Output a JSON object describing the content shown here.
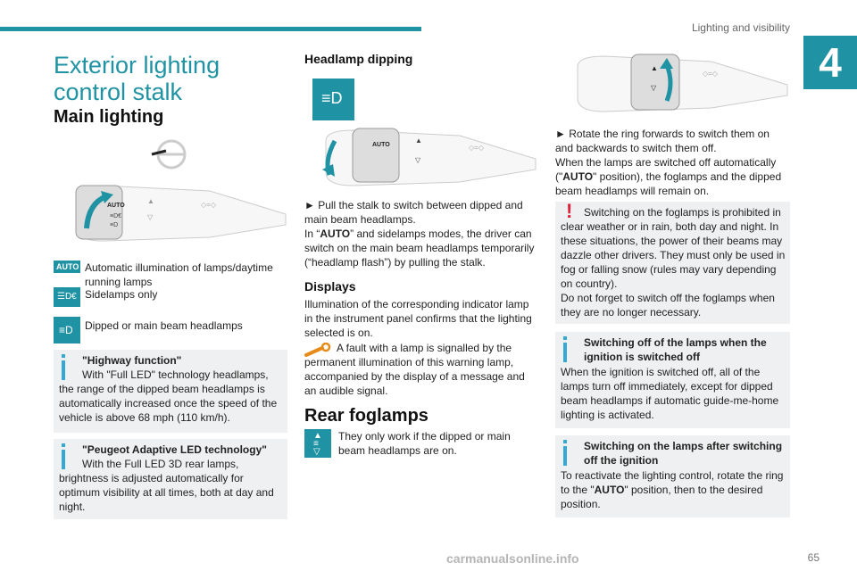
{
  "header": {
    "section": "Lighting and visibility",
    "chapter": "4",
    "page": "65"
  },
  "left": {
    "title": "Exterior lighting control stalk",
    "main_lighting": "Main lighting",
    "stalk_labels": {
      "auto": "AUTO"
    },
    "legend": [
      {
        "icon": "auto-icon",
        "icon_text": "AUTO",
        "text": "Automatic illumination of lamps/daytime running lamps"
      },
      {
        "icon": "sidelamps-icon",
        "text": "Sidelamps only"
      },
      {
        "icon": "dipped-beam-icon",
        "text": "Dipped or main beam headlamps"
      }
    ],
    "note1_title": "\"Highway function\"",
    "note1_body": "With \"Full LED\" technology headlamps, the range of the dipped beam headlamps is automatically increased once the speed of the vehicle is above 68 mph (110 km/h).",
    "note2_title": "\"Peugeot Adaptive LED technology\"",
    "note2_body": "With the Full LED 3D rear lamps, brightness is adjusted automatically for optimum visibility at all times, both at day and night."
  },
  "middle": {
    "headlamp_title": "Headlamp dipping",
    "stalk_labels": {
      "auto": "AUTO"
    },
    "pull_pre": "► Pull the stalk to switch between dipped and main beam headlamps.",
    "pull_in": "In “",
    "pull_auto": "AUTO",
    "pull_post": "” and sidelamps modes, the driver can switch on the main beam headlamps temporarily (“headlamp flash”) by pulling the stalk.",
    "displays_title": "Displays",
    "displays_text": "Illumination of the corresponding indicator lamp in the instrument panel confirms that the lighting selected is on.",
    "fault_text": "A fault with a lamp is signalled by the permanent illumination of this warning lamp, accompanied by the display of a message and an audible signal.",
    "rear_title": "Rear foglamps",
    "rear_text": "They only work if the dipped or main beam headlamps are on."
  },
  "right": {
    "rotate_text": "► Rotate the ring forwards to switch them on and backwards to switch them off.",
    "auto_pre": "When the lamps are switched off automatically (\"",
    "auto_word": "AUTO",
    "auto_post": "\" position), the foglamps and the dipped beam headlamps will remain on.",
    "warn_text": "Switching on the foglamps is prohibited in clear weather or in rain, both day and night. In these situations, the power of their beams may dazzle other drivers. They must only be used in fog or falling snow (rules may vary depending on country).",
    "warn_text2": "Do not forget to switch off the foglamps when they are no longer necessary.",
    "note3_title": "Switching off of the lamps when the ignition is switched off",
    "note3_body": "When the ignition is switched off, all of the lamps turn off immediately, except for dipped beam headlamps if automatic guide-me-home lighting is activated.",
    "note4_title": "Switching on the lamps after switching off the ignition",
    "note4_pre": "To reactivate the lighting control, rotate the ring to the \"",
    "note4_auto": "AUTO",
    "note4_post": "\" position, then to the desired position."
  },
  "footer": {
    "watermark": "carmanualsonline.info"
  },
  "colors": {
    "accent": "#1f93a3",
    "info": "#35a8d6",
    "warning": "#e0213a",
    "note_bg": "#eef0f1"
  }
}
